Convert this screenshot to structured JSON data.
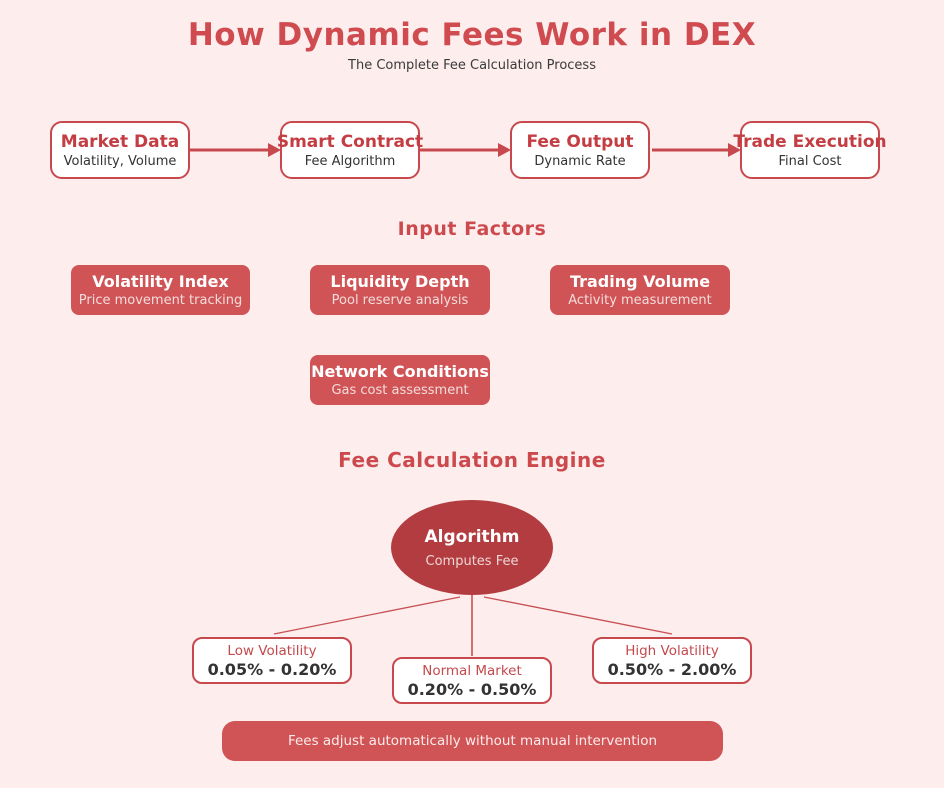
{
  "colors": {
    "background": "#fdeded",
    "accent_red": "#cf4b4f",
    "border_red": "#c7494d",
    "filled_red": "#d05456",
    "ellipse_red": "#b23c40",
    "dark_text": "#333333",
    "light_text": "#f3dcdc"
  },
  "header": {
    "title": "How Dynamic Fees Work in DEX",
    "subtitle": "The Complete Fee Calculation Process"
  },
  "flow": {
    "steps": [
      {
        "title": "Market Data",
        "subtitle": "Volatility, Volume"
      },
      {
        "title": "Smart Contract",
        "subtitle": "Fee Algorithm"
      },
      {
        "title": "Fee Output",
        "subtitle": "Dynamic Rate"
      },
      {
        "title": "Trade Execution",
        "subtitle": "Final Cost"
      }
    ]
  },
  "input_factors": {
    "heading": "Input Factors",
    "items": [
      {
        "title": "Volatility Index",
        "subtitle": "Price movement tracking"
      },
      {
        "title": "Liquidity Depth",
        "subtitle": "Pool reserve analysis"
      },
      {
        "title": "Trading Volume",
        "subtitle": "Activity measurement"
      },
      {
        "title": "Network Conditions",
        "subtitle": "Gas cost assessment"
      }
    ]
  },
  "engine": {
    "heading": "Fee Calculation Engine",
    "node": {
      "title": "Algorithm",
      "subtitle": "Computes Fee"
    },
    "outcomes": [
      {
        "label": "Low Volatility",
        "range": "0.05% - 0.20%"
      },
      {
        "label": "Normal Market",
        "range": "0.20% - 0.50%"
      },
      {
        "label": "High Volatility",
        "range": "0.50% - 2.00%"
      }
    ]
  },
  "footer": {
    "note": "Fees adjust automatically without manual intervention"
  }
}
